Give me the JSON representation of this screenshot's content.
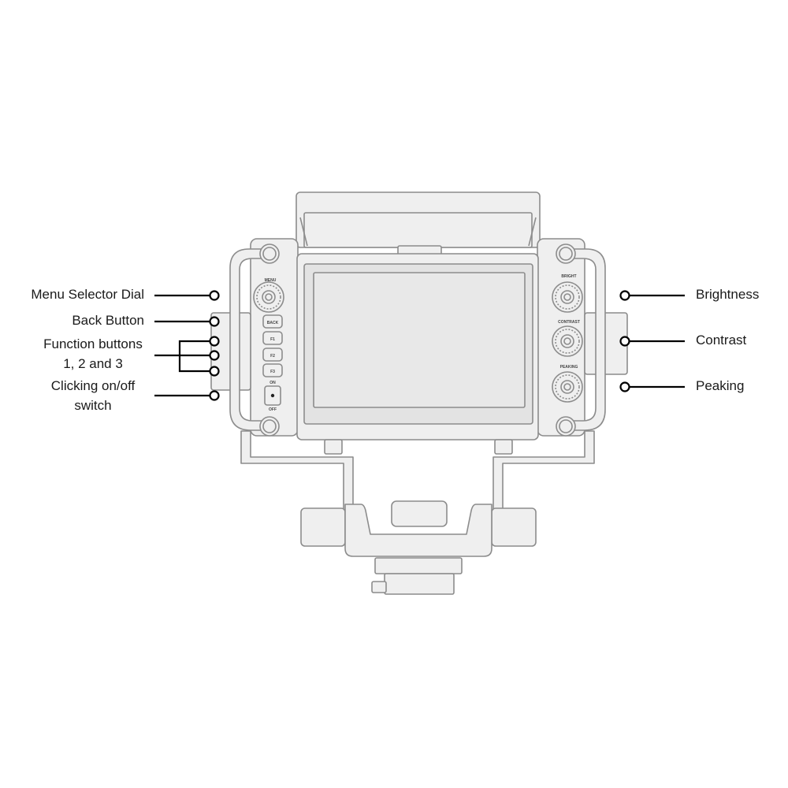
{
  "callouts_left": {
    "menu_dial": "Menu Selector Dial",
    "back_button": "Back Button",
    "function_line1": "Function buttons",
    "function_line2": "1, 2 and 3",
    "switch_line1": "Clicking on/off",
    "switch_line2": "switch"
  },
  "callouts_right": {
    "brightness": "Brightness",
    "contrast": "Contrast",
    "peaking": "Peaking"
  },
  "panel_left": {
    "menu": "MENU",
    "back": "BACK",
    "f1": "F1",
    "f2": "F2",
    "f3": "F3",
    "on": "ON",
    "off": "OFF"
  },
  "panel_right": {
    "bright": "BRIGHT",
    "contrast": "CONTRAST",
    "peaking": "PEAKING"
  },
  "colors": {
    "outline": "#8a8a8a",
    "body_fill": "#eeeeee",
    "screen_fill": "#e4e4e4",
    "leader_line": "#000000"
  }
}
